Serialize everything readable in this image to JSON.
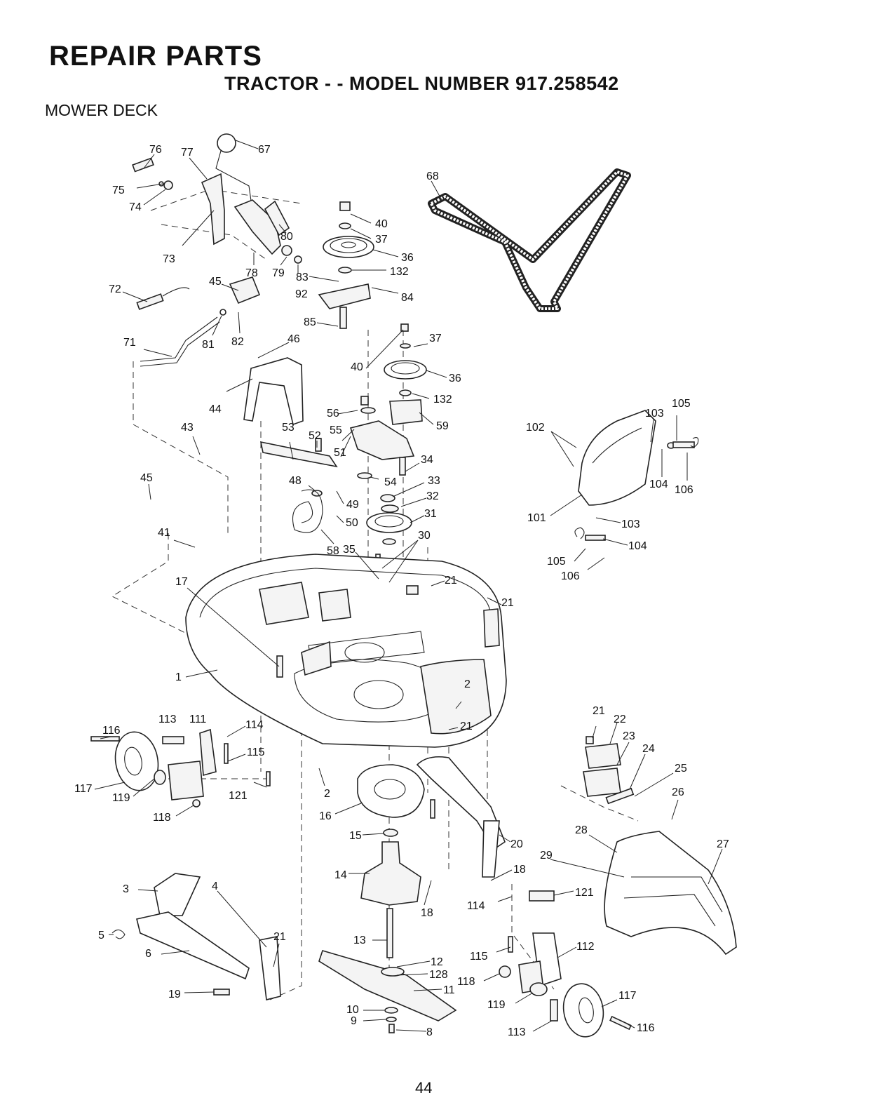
{
  "header": {
    "title": "REPAIR PARTS",
    "subtitle": "TRACTOR - - MODEL NUMBER 917.258542",
    "section": "MOWER DECK"
  },
  "page_number": "44",
  "callouts": {
    "c76": "76",
    "c77": "77",
    "c67": "67",
    "c75": "75",
    "c74": "74",
    "c73": "73",
    "c80": "80",
    "c78": "78",
    "c79": "79",
    "c83": "83",
    "c92": "92",
    "c45a": "45",
    "c72": "72",
    "c71": "71",
    "c81": "81",
    "c82": "82",
    "c46": "46",
    "c44": "44",
    "c40a": "40",
    "c37a": "37",
    "c36a": "36",
    "c132a": "132",
    "c84": "84",
    "c85": "85",
    "c68": "68",
    "c37b": "37",
    "c40b": "40",
    "c36b": "36",
    "c132b": "132",
    "c56": "56",
    "c59": "59",
    "c55": "55",
    "c53": "53",
    "c52": "52",
    "c51": "51",
    "c34": "34",
    "c43": "43",
    "c48": "48",
    "c54": "54",
    "c33": "33",
    "c45b": "45",
    "c32": "32",
    "c49": "49",
    "c31": "31",
    "c50": "50",
    "c41": "41",
    "c30": "30",
    "c58": "58",
    "c35": "35",
    "c17": "17",
    "c21a": "21",
    "c21b": "21",
    "c105a": "105",
    "c103a": "103",
    "c102": "102",
    "c104a": "104",
    "c106a": "106",
    "c101": "101",
    "c103b": "103",
    "c104b": "104",
    "c105b": "105",
    "c106b": "106",
    "c1": "1",
    "c2a": "2",
    "c21c": "21",
    "c113a": "113",
    "c111": "111",
    "c114a": "114",
    "c116a": "116",
    "c115a": "115",
    "c117a": "117",
    "c119a": "119",
    "c121a": "121",
    "c118a": "118",
    "c2b": "2",
    "c16": "16",
    "c15": "15",
    "c21d": "21",
    "c22": "22",
    "c23": "23",
    "c24": "24",
    "c25": "25",
    "c26": "26",
    "c28": "28",
    "c27": "27",
    "c29": "29",
    "c20": "20",
    "c18a": "18",
    "c14": "14",
    "c18b": "18",
    "c114b": "114",
    "c121b": "121",
    "c3": "3",
    "c4": "4",
    "c5": "5",
    "c6": "6",
    "c21e": "21",
    "c13": "13",
    "c12": "12",
    "c128": "128",
    "c115b": "115",
    "c112": "112",
    "c118b": "118",
    "c11": "11",
    "c19": "19",
    "c119b": "119",
    "c117b": "117",
    "c10": "10",
    "c9": "9",
    "c8": "8",
    "c113b": "113",
    "c116b": "116"
  }
}
